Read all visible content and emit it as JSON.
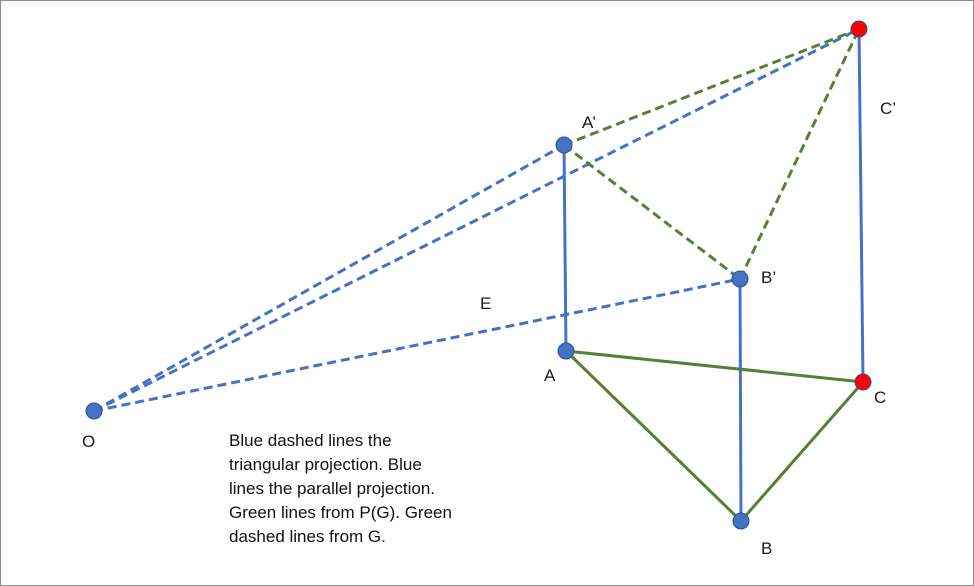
{
  "points": {
    "O": {
      "label": "O",
      "color": "#4472c4"
    },
    "A": {
      "label": "A",
      "color": "#4472c4"
    },
    "B": {
      "label": "B",
      "color": "#4472c4"
    },
    "C": {
      "label": "C",
      "color": "#ff0000"
    },
    "A_prime": {
      "label": "A’",
      "color": "#4472c4"
    },
    "B_prime": {
      "label": "B’",
      "color": "#4472c4"
    },
    "C_prime": {
      "label": "C’",
      "color": "#ff0000"
    }
  },
  "line_labels": {
    "E": "E"
  },
  "colors": {
    "blue_line": "#4472c4",
    "green_line": "#548235",
    "red_point": "#ff0000"
  },
  "caption": {
    "lines": [
      "Blue dashed lines the",
      "triangular projection. Blue",
      "lines the parallel projection.",
      "Green lines from P(G). Green",
      "dashed lines from G."
    ]
  }
}
